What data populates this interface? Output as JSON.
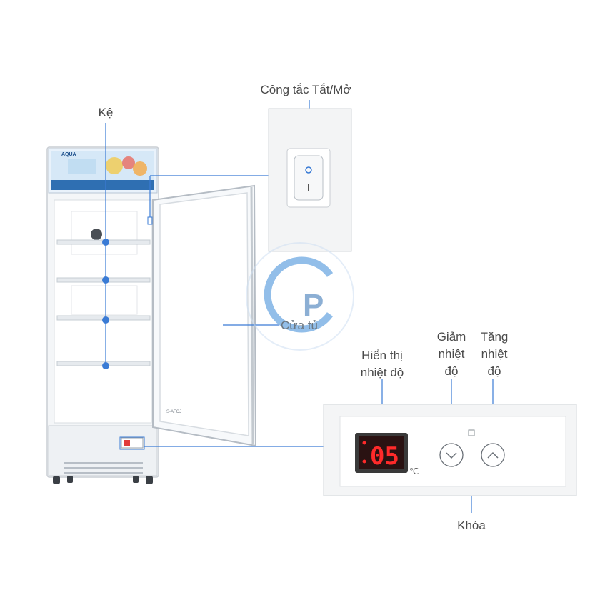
{
  "labels": {
    "shelf": "Kệ",
    "switch": "Công tắc Tắt/Mở",
    "door": "Cửa tủ",
    "display": [
      "Hiển thị",
      "nhiệt độ"
    ],
    "decrease": [
      "Giảm",
      "nhiệt",
      "độ"
    ],
    "increase": [
      "Tăng",
      "nhiệt",
      "độ"
    ],
    "lock": "Khóa"
  },
  "fridge": {
    "brand": "AQUA",
    "door_badge": "S-AFCJ"
  },
  "control_panel": {
    "display_value": "05",
    "unit": "℃"
  },
  "watermark": {
    "letters": "GP"
  },
  "colors": {
    "leader": "#3a7bd5",
    "display_red": "#ff2a2a",
    "display_bg": "#2a1212",
    "label_text": "#4a4a4a"
  }
}
